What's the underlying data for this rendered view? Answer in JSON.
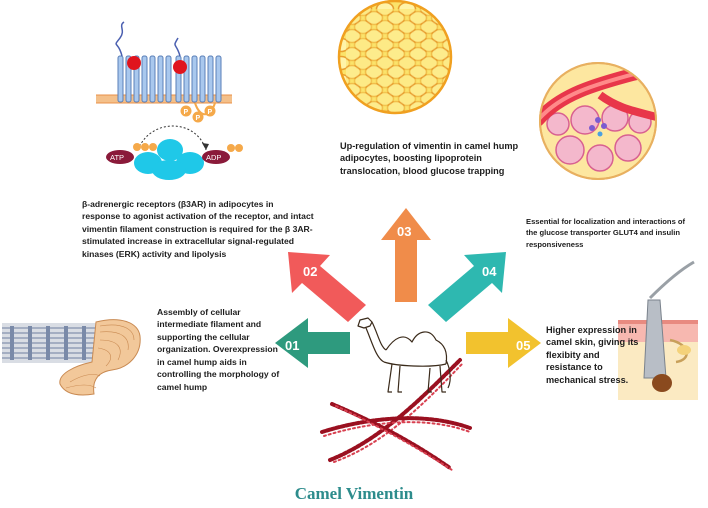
{
  "title": "Camel Vimentin",
  "colors": {
    "arrow_01": "#2e9a7e",
    "arrow_02": "#f15a5a",
    "arrow_03": "#f08c4a",
    "arrow_04": "#2eb8b0",
    "arrow_05": "#f2c22e",
    "title": "#2d8c8c"
  },
  "arrows": [
    {
      "num": "01",
      "direction": "left"
    },
    {
      "num": "02",
      "direction": "up-left"
    },
    {
      "num": "03",
      "direction": "up"
    },
    {
      "num": "04",
      "direction": "up-right"
    },
    {
      "num": "05",
      "direction": "right"
    }
  ],
  "descriptions": {
    "d01": "Assembly of cellular intermediate filament and supporting the cellular organization. Overexpression in camel hump aids in controlling the morphology of camel hump",
    "d02": "β-adrenergic receptors (β3AR) in adipocytes in response to agonist activation of the receptor, and intact vimentin filament construction is required for the β 3AR-stimulated increase in extracellular signal-regulated kinases (ERK) activity and lipolysis",
    "d03": "Up-regulation of vimentin in camel hump adipocytes, boosting lipoprotein translocation, blood glucose trapping",
    "d04": "Essential for localization and interactions of the glucose transporter GLUT4 and insulin responsiveness",
    "d05": "Higher expression in camel skin, giving its flexibity and resistance to mechanical stress."
  },
  "labels": {
    "atp": "ATP",
    "adp": "ADP",
    "p": "P"
  },
  "icons": [
    "camel-icon",
    "vimentin-filament-image",
    "adipocyte-tissue-image",
    "blood-vessel-tissue-image",
    "skin-hair-follicle-image",
    "receptor-membrane-image",
    "atp-adp-enzyme-image",
    "intermediate-filament-bundle-image"
  ]
}
